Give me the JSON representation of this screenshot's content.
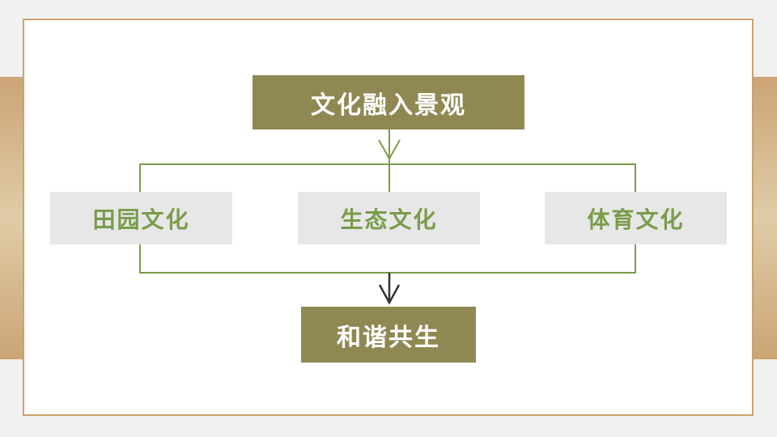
{
  "slide": {
    "background": {
      "outer_color": "#f1f1f2",
      "band_edge_color": "#cba475",
      "band_middle_color": "#e0cca7",
      "card_color": "#ffffff",
      "card_border_color": "#c9a36f"
    },
    "diagram": {
      "top_node": {
        "label": "文化融入景观",
        "fill": "#8f8852",
        "text_color": "#ffffff"
      },
      "middle_nodes": [
        {
          "label": "田园文化"
        },
        {
          "label": "生态文化"
        },
        {
          "label": "体育文化"
        }
      ],
      "middle_fill": "#e7e7e7",
      "middle_text_color": "#7a9c4b",
      "bottom_node": {
        "label": "和谐共生",
        "fill": "#8f8852",
        "text_color": "#ffffff"
      },
      "connector_green_color": "#7a9c4b",
      "connector_dark_color": "#333333"
    }
  }
}
